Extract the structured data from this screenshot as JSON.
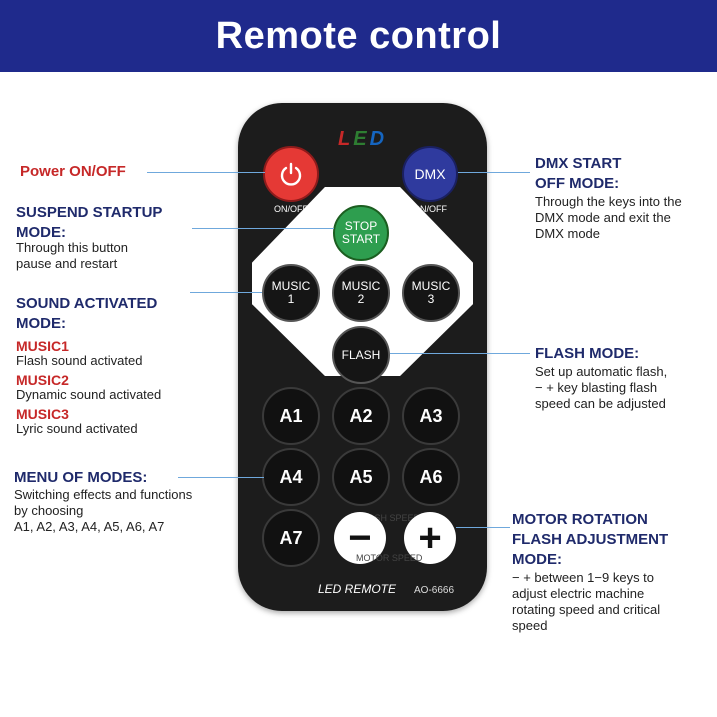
{
  "title": "Remote control",
  "remote": {
    "logo": [
      "L",
      "E",
      "D"
    ],
    "power_label": "ON/OFF",
    "dmx_button": "DMX",
    "dmx_label": "ON/OFF",
    "stop_start": [
      "STOP",
      "START"
    ],
    "music_buttons": [
      {
        "line1": "MUSIC",
        "line2": "1"
      },
      {
        "line1": "MUSIC",
        "line2": "2"
      },
      {
        "line1": "MUSIC",
        "line2": "3"
      }
    ],
    "flash_button": "FLASH",
    "a_buttons": [
      "A1",
      "A2",
      "A3",
      "A4",
      "A5",
      "A6",
      "A7"
    ],
    "minus_button": "−",
    "plus_button": "+",
    "flash_speed_top": "FLASH SPEED",
    "motor_speed_bottom": "MOTOR SPEED",
    "footer_label": "LED REMOTE",
    "model": "AO-6666"
  },
  "annotations": {
    "power": "Power ON/OFF",
    "suspend_heading": [
      "SUSPEND STARTUP",
      "MODE:"
    ],
    "suspend_desc": [
      "Through this button",
      "pause and restart"
    ],
    "sound_heading": [
      "SOUND ACTIVATED",
      "MODE:"
    ],
    "music1": "MUSIC1",
    "music1_desc": "Flash sound activated",
    "music2": "MUSIC2",
    "music2_desc": "Dynamic sound activated",
    "music3": "MUSIC3",
    "music3_desc": "Lyric sound activated",
    "menu_heading": "MENU OF MODES:",
    "menu_desc": [
      "Switching effects and functions",
      "by choosing",
      "A1, A2, A3, A4, A5, A6, A7"
    ],
    "dmx_heading": [
      "DMX START",
      "OFF MODE:"
    ],
    "dmx_desc": [
      "Through the keys into the",
      "DMX mode and exit the",
      "DMX mode"
    ],
    "flash_heading": "FLASH MODE:",
    "flash_desc": [
      "Set up automatic flash,",
      "− + key blasting flash",
      "speed can be adjusted"
    ],
    "motor_heading": [
      "MOTOR ROTATION",
      "FLASH ADJUSTMENT",
      "MODE:"
    ],
    "motor_desc": [
      "− + between 1−9 keys to",
      "adjust electric machine",
      "rotating speed and critical",
      "speed"
    ]
  },
  "colors": {
    "banner": "#1f2a8c",
    "power_red": "#e53935",
    "dmx_blue": "#2f3a9e",
    "stop_green": "#2e9e4f",
    "heading_navy": "#1f2a6b",
    "accent_red": "#c62828"
  }
}
